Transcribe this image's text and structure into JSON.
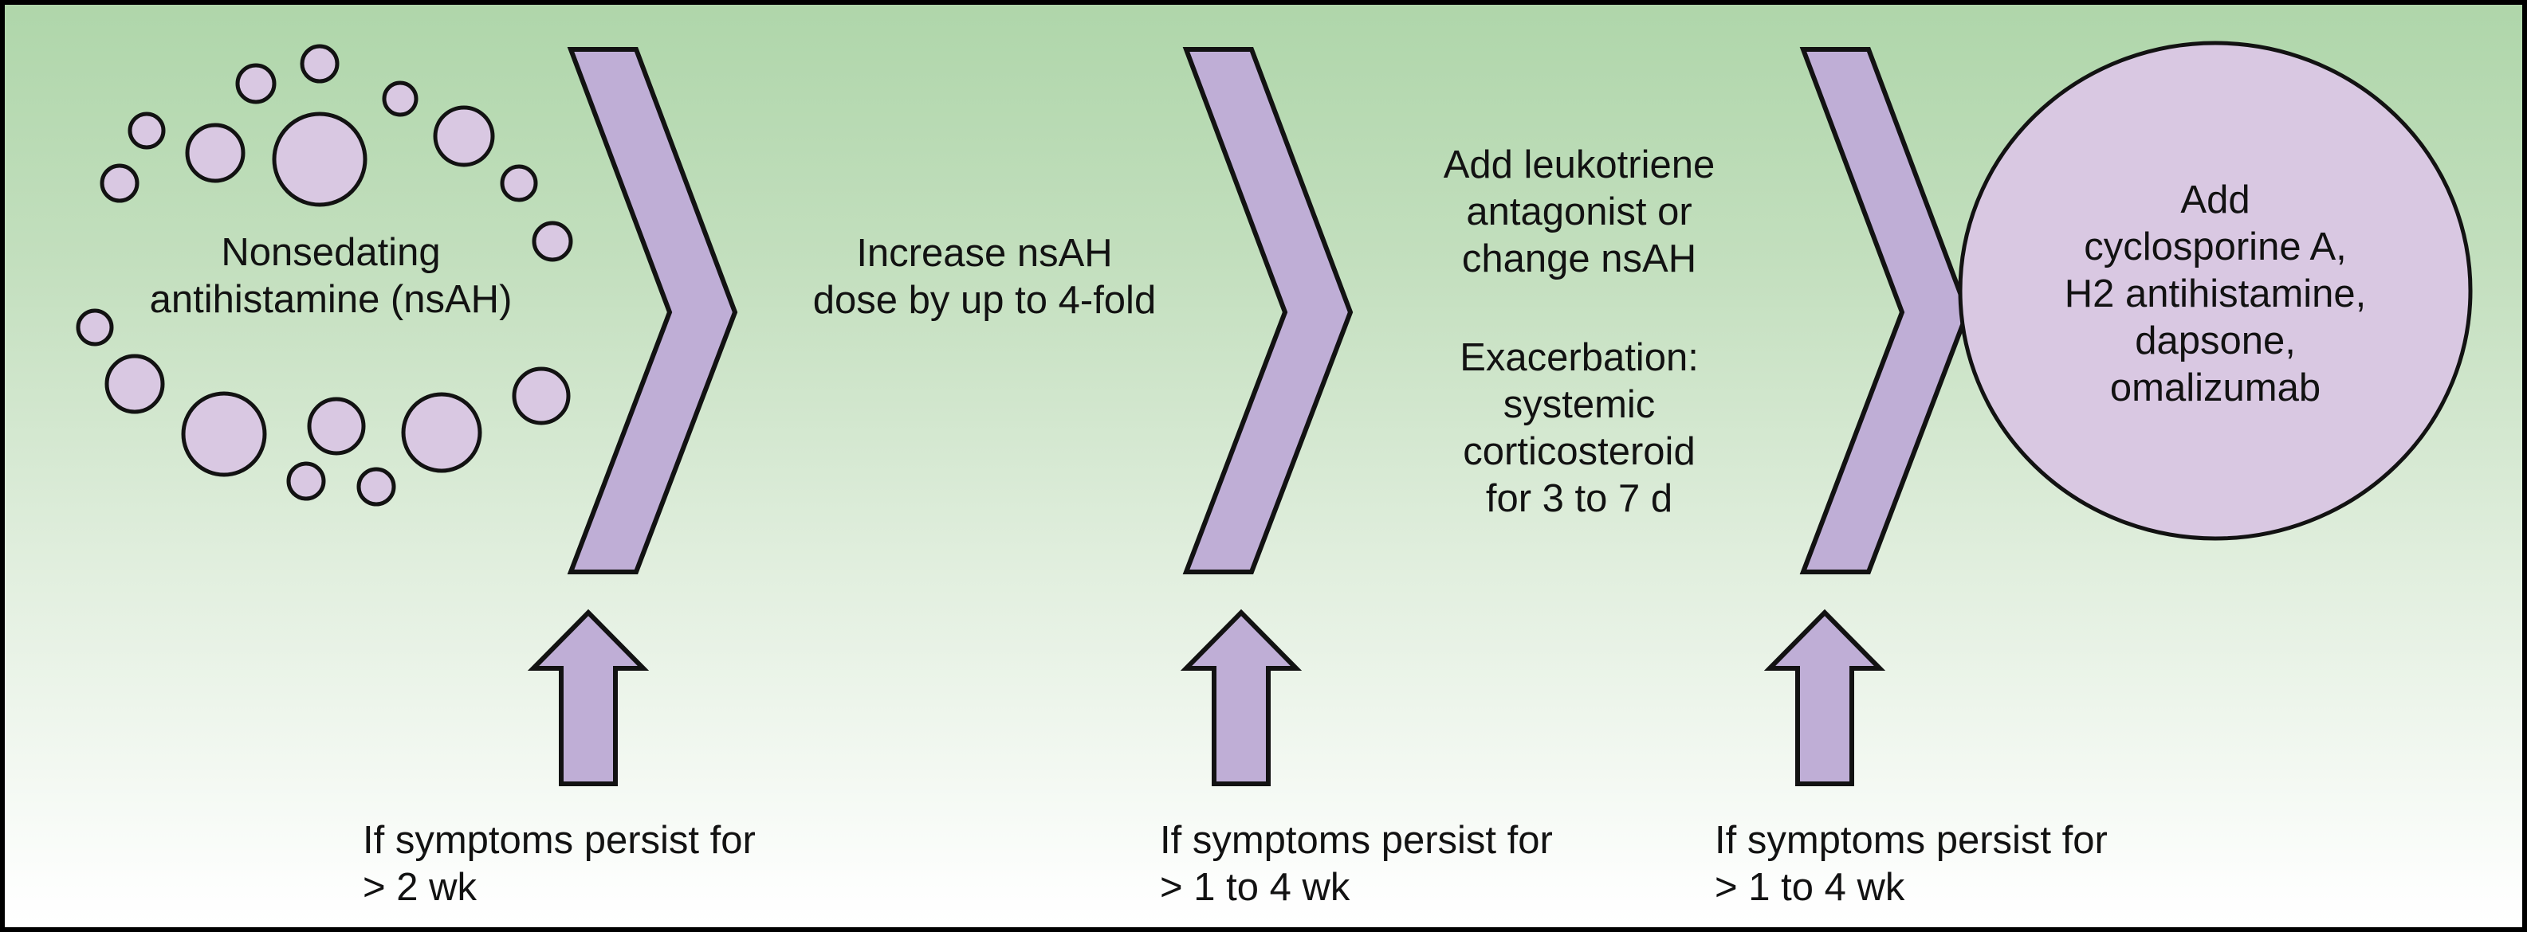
{
  "figure": {
    "kind": "treatment-escalation-flowchart",
    "colors": {
      "background_top": "#afd6aa",
      "background_bottom": "#fdfefd",
      "chevron_fill": "#bfaed6",
      "node_fill": "#d9c8e2",
      "outline": "#121212",
      "text": "#121212"
    },
    "steps": [
      {
        "name": "step-1",
        "marker": "hives-circle-cluster",
        "lines": [
          "Nonsedating",
          "antihistamine (nsAH)"
        ]
      },
      {
        "name": "step-2",
        "lines": [
          "Increase nsAH",
          "dose by up to 4-fold"
        ]
      },
      {
        "name": "step-3",
        "lines": [
          "Add leukotriene",
          "antagonist or",
          "change nsAH"
        ],
        "exacerbation_lines": [
          "Exacerbation:",
          "systemic",
          "corticosteroid",
          "for 3 to 7 d"
        ]
      },
      {
        "name": "step-4",
        "marker": "large-circle",
        "lines": [
          "Add",
          "cyclosporine A,",
          "H2 antihistamine,",
          "dapsone,",
          "omalizumab"
        ]
      }
    ],
    "transitions": [
      {
        "lines": [
          "If symptoms persist for",
          "> 2 wk"
        ]
      },
      {
        "lines": [
          "If symptoms persist for",
          "> 1 to 4 wk"
        ]
      },
      {
        "lines": [
          "If symptoms persist for",
          "> 1 to 4 wk"
        ]
      }
    ],
    "icons": {
      "chevron_right": "right-chevron-band",
      "up_arrow": "block-up-arrow",
      "hives": "circle-cluster",
      "final_node": "large-circle"
    }
  }
}
